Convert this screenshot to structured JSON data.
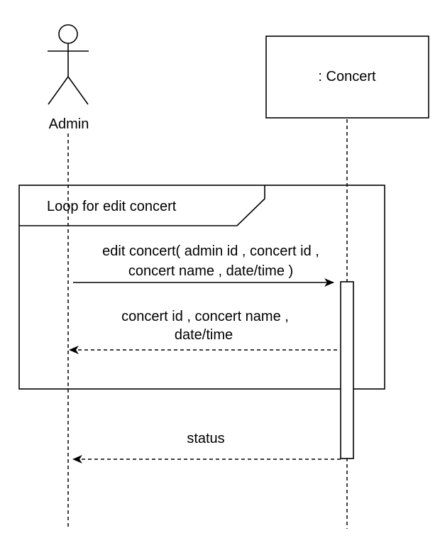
{
  "participants": {
    "actor": {
      "label": "Admin"
    },
    "object": {
      "label": ": Concert"
    }
  },
  "fragment": {
    "label": "Loop for edit concert"
  },
  "messages": [
    {
      "lines": [
        "edit concert( admin id , concert id ,",
        "concert name , date/time )"
      ],
      "kind": "sync"
    },
    {
      "lines": [
        "concert id , concert name ,",
        "date/time"
      ],
      "kind": "return"
    },
    {
      "lines": [
        "status"
      ],
      "kind": "return"
    }
  ]
}
